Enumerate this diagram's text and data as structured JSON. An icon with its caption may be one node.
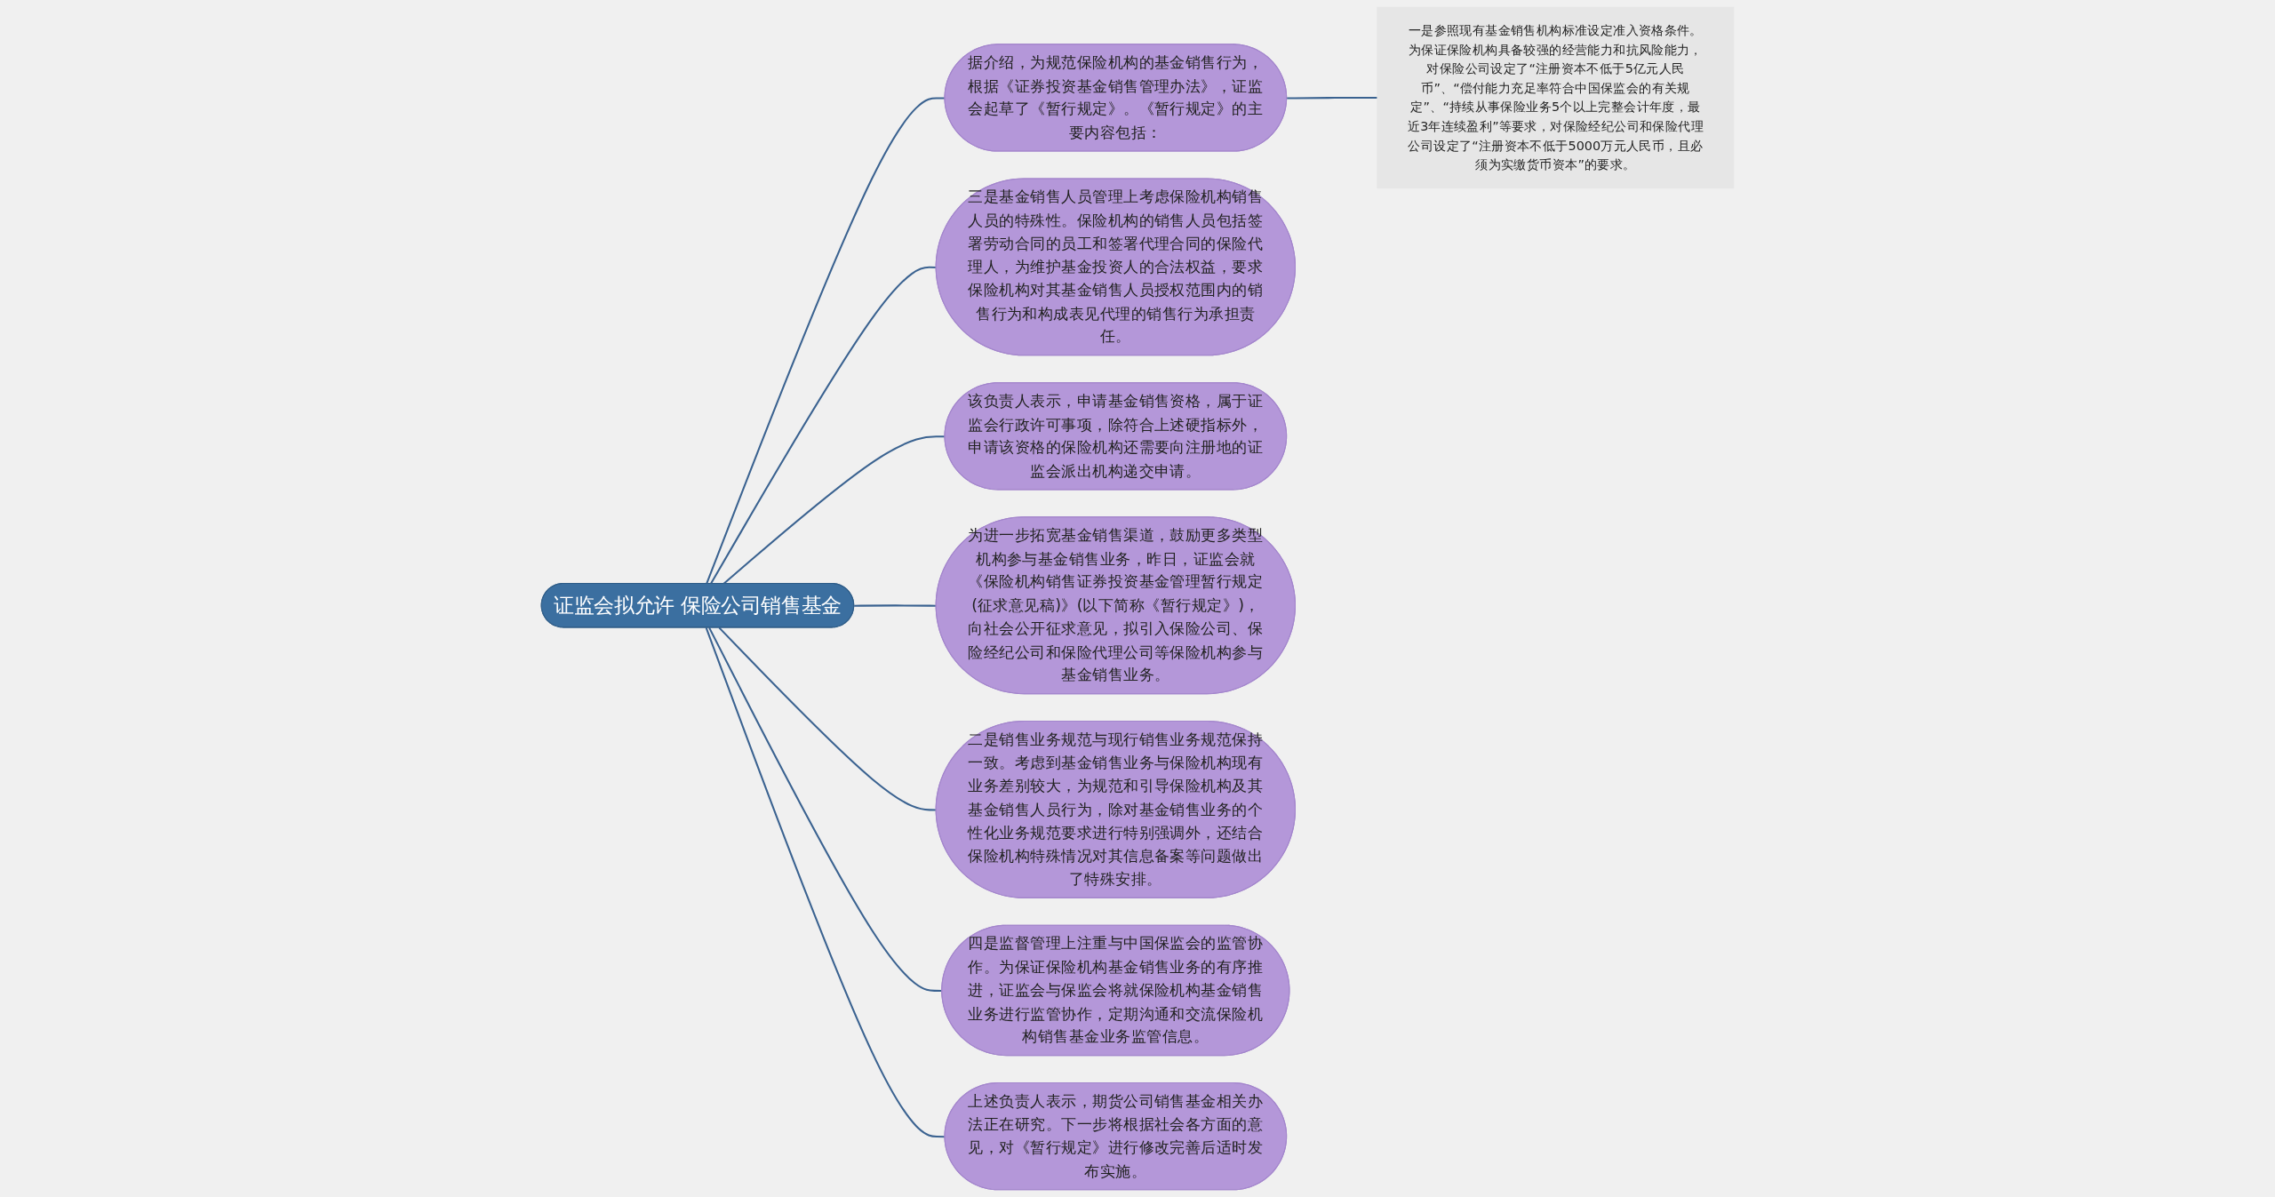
{
  "diagram": {
    "nodes": [
      {
        "text": [
          "证监会拟允许 保险公司销售基金"
        ]
      },
      {
        "text": [
          "据介绍，为规范保险机构的基金销售行为，根据《证券投资基金销售管理办法》，证监会起草了《暂行规定》。《暂行规定》的主要内容包括："
        ]
      },
      {
        "text": [
          "一是参照现有基金销售机构标准设定准入资格条件。为保证保险机构具备较强的经营能力和抗风险能力，对保险公司设定了“注册资本不低于5亿元人民币”、“偿付能力充足率符合中国保监会的有关规定”、“持续从事保险业务5个以上完整会计年度，最近3年连续盈利”等要求，对保险经纪公司和保险代理公司设定了“注册资本不低于5000万元人民币，且必须为实缴货币资本”的要求。"
        ]
      },
      {
        "text": [
          "三是基金销售人员管理上考虑保险机构销售人员的特殊性。保险机构的销售人员包括签署劳动合同的员工和签署代理合同的保险代理人，为维护基金投资人的合法权益，要求保险机构对其基金销售人员授权范围内的销售行为和构成表见代理的销售行为承担责任。"
        ]
      },
      {
        "text": [
          "该负责人表示，申请基金销售资格，属于证监会行政许可事项，除符合上述硬指标外，申请该资格的保险机构还需要向注册地的证监会派出机构递交申请。"
        ]
      },
      {
        "text": [
          "为进一步拓宽基金销售渠道，鼓励更多类型机构参与基金销售业务，昨日，证监会就《保险机构销售证券投资基金管理暂行规定(征求意见稿)》(以下简称《暂行规定》)，向社会公开征求意见，拟引入保险公司、保险经纪公司和保险代理公司等保险机构参与基金销售业务。"
        ]
      },
      {
        "text": [
          "二是销售业务规范与现行销售业务规范保持一致。考虑到基金销售业务与保险机构现有业务差别较大，为规范和引导保险机构及其基金销售人员行为，除对基金销售业务的个性化业务规范要求进行特别强调外，还结合保险机构特殊情况对其信息备案等问题做出了特殊安排。"
        ]
      },
      {
        "text": [
          "四是监督管理上注重与中国保监会的监管协作。为保证保险机构基金销售业务的有序推进，证监会与保监会将就保险机构基金销售业务进行监管协作，定期沟通和交流保险机构销售基金业务监管信息。"
        ]
      },
      {
        "text": [
          "上述负责人表示，期货公司销售基金相关办法正在研究。下一步将根据社会各方面的意见，对《暂行规定》进行修改完善后适时发布实施。"
        ]
      }
    ],
    "edges": [
      {
        "from": 0,
        "to": 1,
        "arrow": "none"
      },
      {
        "from": 1,
        "to": 2,
        "arrow": "none"
      },
      {
        "from": 0,
        "to": 3,
        "arrow": "none"
      },
      {
        "from": 0,
        "to": 4,
        "arrow": "none"
      },
      {
        "from": 0,
        "to": 5,
        "arrow": "none"
      },
      {
        "from": 0,
        "to": 6,
        "arrow": "none"
      },
      {
        "from": 0,
        "to": 7,
        "arrow": "none"
      },
      {
        "from": 0,
        "to": 8,
        "arrow": "none"
      }
    ]
  }
}
